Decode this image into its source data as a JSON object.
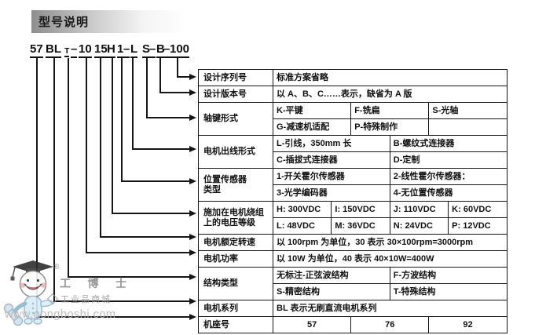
{
  "title": "型号说明",
  "code": {
    "tokens": [
      {
        "t": "57"
      },
      {
        "t": "BL"
      },
      {
        "t": "T"
      },
      {
        "t": "–"
      },
      {
        "t": "10"
      },
      {
        "t": "15"
      },
      {
        "t": "H"
      },
      {
        "t": "1"
      },
      {
        "t": "–"
      },
      {
        "t": "L"
      },
      {
        "t": "S"
      },
      {
        "t": "–"
      },
      {
        "t": "B"
      },
      {
        "t": "–"
      },
      {
        "t": "100"
      }
    ]
  },
  "table": {
    "rows": [
      {
        "label": "设计序列号",
        "cells": [
          {
            "text": "标准方案省略"
          }
        ]
      },
      {
        "label": "设计版本号",
        "cells": [
          {
            "text": "以 A、B、C……表示，缺省为 A 版"
          }
        ]
      },
      {
        "label": "轴键形式",
        "cells": [
          {
            "text": "K-平键"
          },
          {
            "text": "F-铣扁"
          },
          {
            "text": "S-光轴"
          }
        ]
      },
      {
        "cells": [
          {
            "text": "G-减速机适配"
          },
          {
            "text": "P-特殊制作"
          },
          {
            "text": ""
          }
        ]
      },
      {
        "label": "电机出线形式",
        "cells": [
          {
            "text": "L-引线，350mm 长"
          },
          {
            "text": "B-螺纹式连接器"
          }
        ]
      },
      {
        "cells": [
          {
            "text": "C-插拔式连接器"
          },
          {
            "text": "D-定制"
          }
        ]
      },
      {
        "label": "位置传感器\n类型",
        "cells": [
          {
            "text": "1-开关霍尔传感器"
          },
          {
            "text": "2-线性霍尔传感器："
          }
        ]
      },
      {
        "cells": [
          {
            "text": "3-光学编码器"
          },
          {
            "text": "4-无位置传感器"
          }
        ]
      },
      {
        "label": "施加在电机绕组\n上的电压等级",
        "cells": [
          {
            "text": "H: 300VDC"
          },
          {
            "text": "I: 150VDC"
          },
          {
            "text": "J: 110VDC"
          },
          {
            "text": "K: 60VDC"
          }
        ]
      },
      {
        "cells": [
          {
            "text": "L: 48VDC"
          },
          {
            "text": "M: 36VDC"
          },
          {
            "text": "N: 24VDC"
          },
          {
            "text": "P: 12VDC"
          }
        ]
      },
      {
        "label": "电机额定转速",
        "cells": [
          {
            "text": "以 100rpm 为单位，30 表示 30×100rpm=3000rpm"
          }
        ]
      },
      {
        "label": "电机功率",
        "cells": [
          {
            "text": "以 10W 为单位，40 表示 40×10W=400W"
          }
        ]
      },
      {
        "label": "结构类型",
        "cells": [
          {
            "text": "无标注-正弦波结构"
          },
          {
            "text": "F-方波结构"
          }
        ]
      },
      {
        "cells": [
          {
            "text": "S-精密结构"
          },
          {
            "text": "T-特殊结构"
          }
        ]
      },
      {
        "label": "电机系列",
        "cells": [
          {
            "text": "BL 表示无刷直流电机系列"
          }
        ]
      },
      {
        "label": "机座号",
        "cells": [
          {
            "text": "57"
          },
          {
            "text": "76"
          },
          {
            "text": "92"
          }
        ]
      }
    ]
  },
  "logo": {
    "reg": "®",
    "name": "工 博 士",
    "tagline": "工业品商城",
    "url": "www.gongboshi.com"
  },
  "colors": {
    "line": "#161616",
    "title_gradient_start": "#8e8e8e"
  }
}
